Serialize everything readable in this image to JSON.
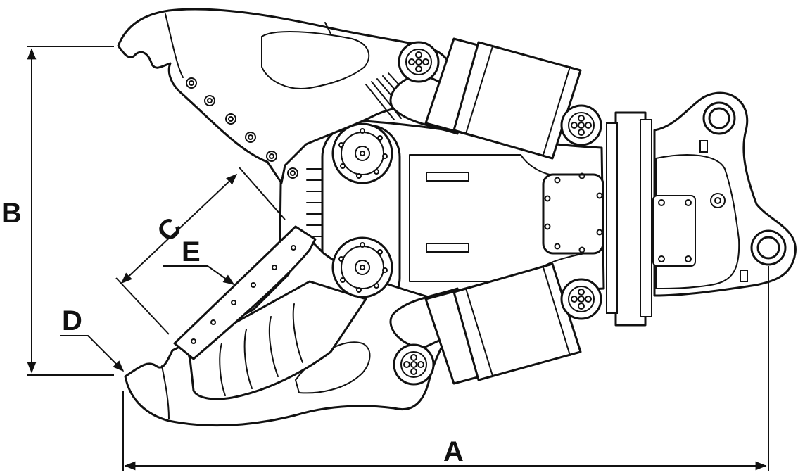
{
  "diagram": {
    "labels": {
      "a": "A",
      "b": "B",
      "c": "C",
      "d": "D",
      "e": "E"
    },
    "colors": {
      "stroke": "#111111",
      "background": "#ffffff"
    }
  }
}
